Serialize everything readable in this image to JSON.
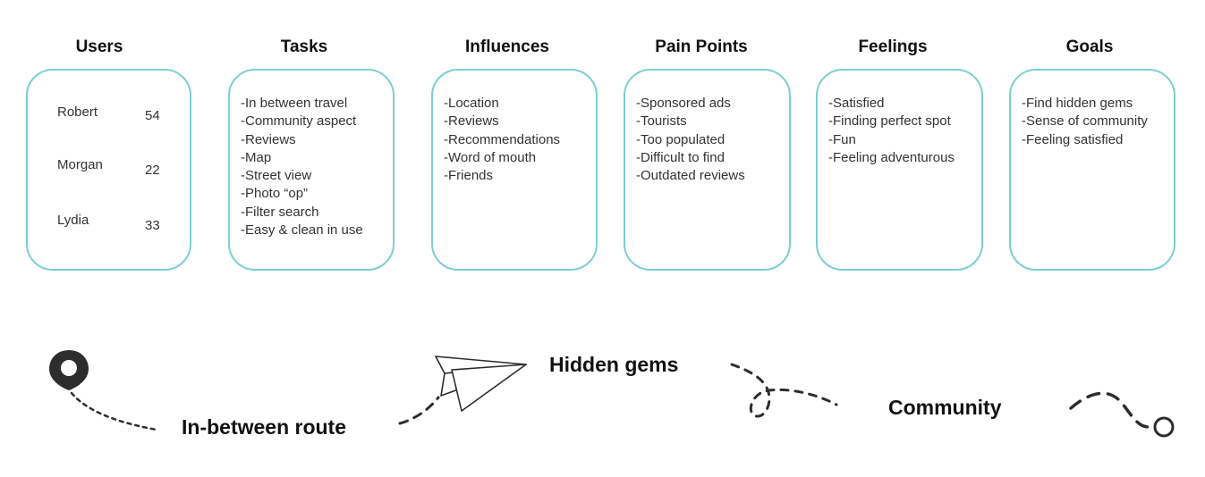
{
  "columns": [
    {
      "title": "Users"
    },
    {
      "title": "Tasks",
      "items": [
        "-In between travel",
        "-Community aspect",
        "-Reviews",
        "-Map",
        "-Street view",
        "-Photo “op”",
        "-Filter search",
        "-Easy & clean in use"
      ]
    },
    {
      "title": "Influences",
      "items": [
        "-Location",
        "-Reviews",
        "-Recommendations",
        "-Word of mouth",
        "-Friends"
      ]
    },
    {
      "title": "Pain Points",
      "items": [
        "-Sponsored ads",
        "-Tourists",
        "-Too populated",
        "-Difficult to find",
        "-Outdated reviews"
      ]
    },
    {
      "title": "Feelings",
      "items": [
        "-Satisfied",
        "-Finding perfect spot",
        "-Fun",
        "-Feeling adventurous"
      ]
    },
    {
      "title": "Goals",
      "items": [
        "-Find hidden gems",
        "-Sense of community",
        "-Feeling satisfied"
      ]
    }
  ],
  "users": [
    {
      "name": "Robert",
      "age": "54"
    },
    {
      "name": "Morgan",
      "age": "22"
    },
    {
      "name": "Lydia",
      "age": "33"
    }
  ],
  "journey": {
    "start": "In-between route",
    "middle": "Hidden gems",
    "end": "Community"
  },
  "colors": {
    "card_border": "#7ccfd1",
    "text": "#333333",
    "heading": "#111111"
  },
  "icons": [
    "map-pin-icon",
    "paper-plane-icon",
    "end-circle-icon"
  ]
}
